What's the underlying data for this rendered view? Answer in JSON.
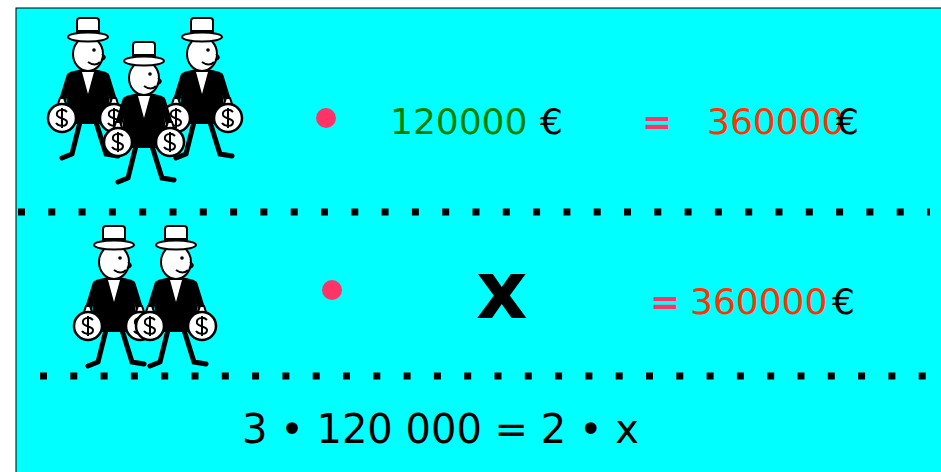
{
  "diagram": {
    "labels": [
      "120000",
      "€",
      "=",
      "360000",
      "€",
      "x",
      "=",
      "360000",
      "€",
      "3 • 120 000 = 2 • x"
    ]
  }
}
